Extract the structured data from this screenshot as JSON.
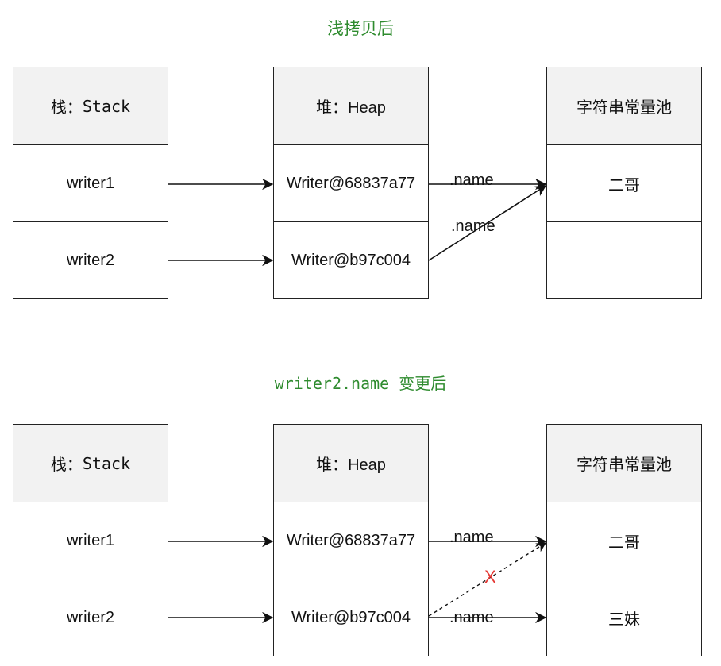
{
  "diagram1": {
    "title": "浅拷贝后",
    "stack": {
      "header_prefix": "栈：",
      "header_name": "Stack",
      "items": [
        "writer1",
        "writer2"
      ]
    },
    "heap": {
      "header": "堆：Heap",
      "items": [
        "Writer@68837a77",
        "Writer@b97c004"
      ]
    },
    "pool": {
      "header": "字符串常量池",
      "items": [
        "二哥",
        ""
      ]
    },
    "edge_labels": [
      ".name",
      ".name"
    ]
  },
  "diagram2": {
    "title_code": "writer2.name",
    "title_text": "变更后",
    "stack": {
      "header_prefix": "栈：",
      "header_name": "Stack",
      "items": [
        "writer1",
        "writer2"
      ]
    },
    "heap": {
      "header": "堆：Heap",
      "items": [
        "Writer@68837a77",
        "Writer@b97c004"
      ]
    },
    "pool": {
      "header": "字符串常量池",
      "items": [
        "二哥",
        "三妹"
      ]
    },
    "edge_labels": [
      ".name",
      ".name"
    ],
    "removed_marker": "X"
  },
  "colors": {
    "title": "#2e8b2e",
    "removed_marker": "#e53935",
    "header_fill": "#f2f2f2"
  }
}
